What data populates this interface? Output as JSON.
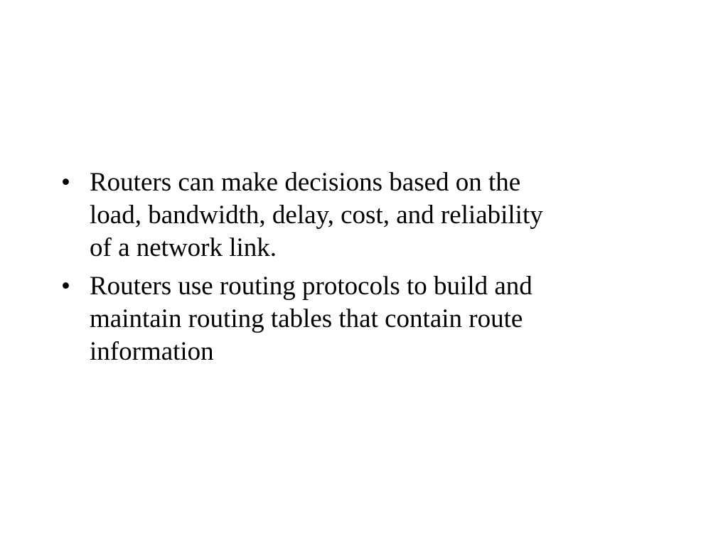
{
  "slide": {
    "bullet_symbol": "•",
    "bullets": [
      {
        "lines": [
          "Routers can make decisions based on the",
          "load, bandwidth, delay, cost, and reliability",
          "of a network link."
        ]
      },
      {
        "lines": [
          "Routers use routing protocols to build and",
          "maintain routing tables that contain route",
          "information"
        ]
      }
    ]
  }
}
